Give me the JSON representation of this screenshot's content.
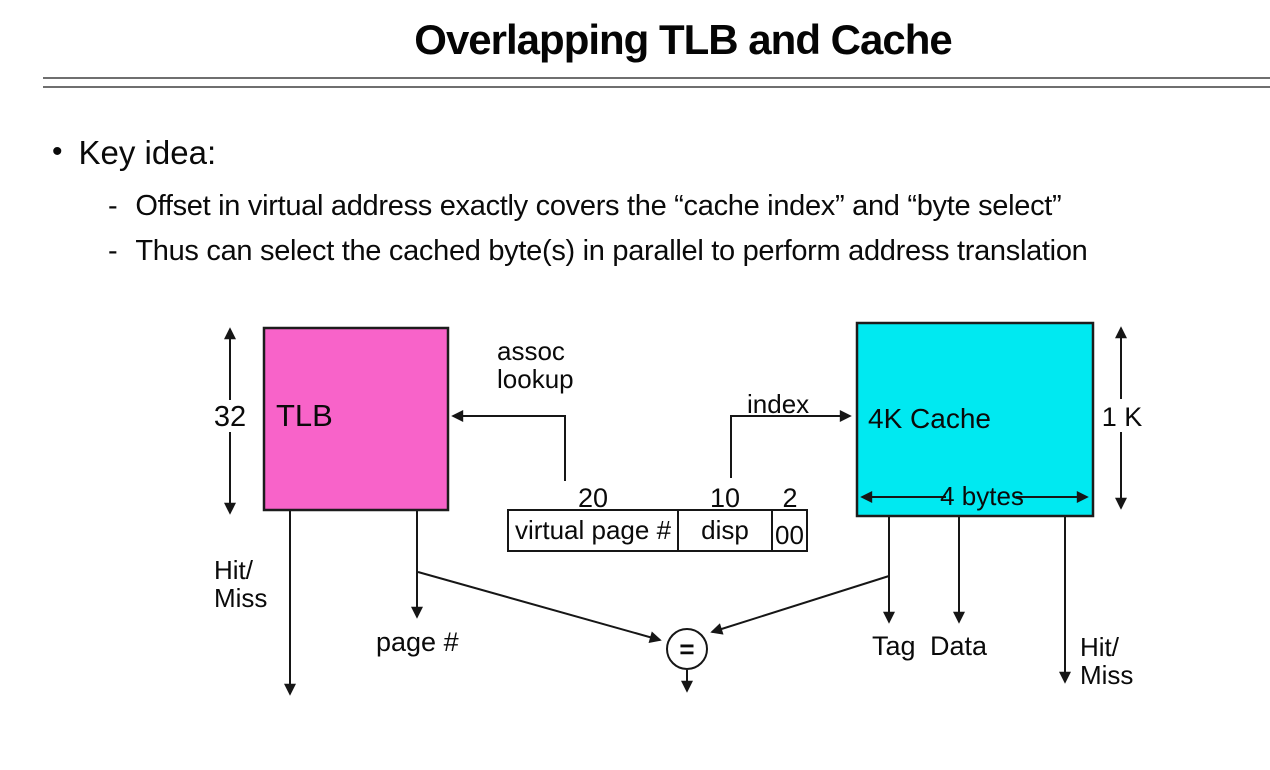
{
  "title": "Overlapping TLB and Cache",
  "bullets": {
    "marker": "•",
    "key_idea": "Key idea:",
    "dash": "-",
    "sub1": "Offset in virtual address exactly covers the “cache index” and “byte select”",
    "sub2": "Thus can select the cached byte(s) in parallel to perform address translation"
  },
  "diagram": {
    "tlb_label": "TLB",
    "tlb_bits": "32",
    "assoc_line1": "assoc",
    "assoc_line2": "lookup",
    "index_label": "index",
    "cache_label": "4K Cache",
    "cache_rows": "1 K",
    "cache_width": "4 bytes",
    "addr_bits_vpn": "20",
    "addr_bits_disp": "10",
    "addr_bits_byte": "2",
    "addr_field_vpn": "virtual page #",
    "addr_field_disp": "disp",
    "addr_field_byte": "00",
    "tlb_hit_line1": "Hit/",
    "tlb_hit_line2": "Miss",
    "page_num_label": "page #",
    "tag_label": "Tag",
    "data_label": "Data",
    "cache_hit_line1": "Hit/",
    "cache_hit_line2": "Miss",
    "comparator_symbol": "="
  },
  "colors": {
    "tlb_fill": "#f863c9",
    "cache_fill": "#00e9f1",
    "line": "#161616",
    "rule": "#6f6f6f",
    "box_fill": "#ffffff"
  }
}
